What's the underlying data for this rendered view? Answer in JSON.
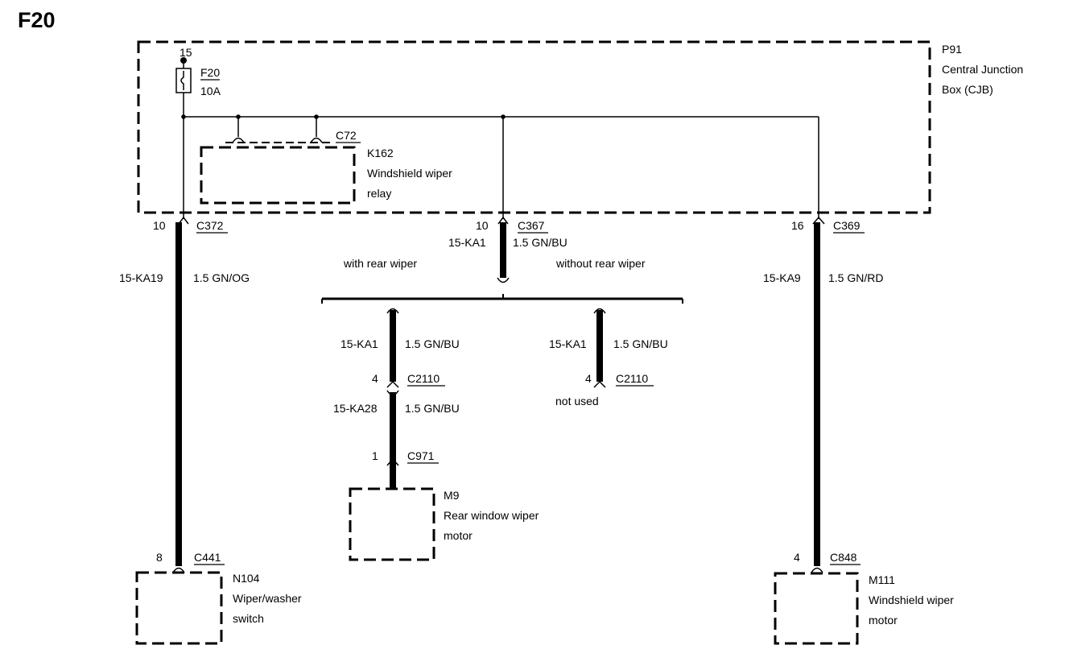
{
  "title": "F20",
  "cjb": {
    "ref": "P91",
    "name_line1": "Central Junction",
    "name_line2": "Box (CJB)"
  },
  "fuse": {
    "pin": "15",
    "ref": "F20",
    "rating": "10A"
  },
  "relay": {
    "connector": "C72",
    "ref": "K162",
    "name_line1": "Windshield wiper",
    "name_line2": "relay"
  },
  "wire_left": {
    "pin_top": "10",
    "connector_top": "C372",
    "circuit": "15-KA19",
    "spec": "1.5 GN/OG",
    "pin_bottom": "8",
    "connector_bottom": "C441"
  },
  "wire_mid": {
    "pin_top": "10",
    "connector_top": "C367",
    "circuit": "15-KA1",
    "spec": "1.5 GN/BU"
  },
  "option_with": "with rear wiper",
  "option_without": "without rear wiper",
  "branch_with": {
    "circuit": "15-KA1",
    "spec": "1.5 GN/BU",
    "pin": "4",
    "connector": "C2110",
    "circuit2": "15-KA28",
    "spec2": "1.5 GN/BU",
    "pin2": "1",
    "connector2": "C971"
  },
  "branch_without": {
    "circuit": "15-KA1",
    "spec": "1.5 GN/BU",
    "pin": "4",
    "connector": "C2110",
    "note": "not used"
  },
  "wire_right": {
    "pin_top": "16",
    "connector_top": "C369",
    "circuit": "15-KA9",
    "spec": "1.5 GN/RD",
    "pin_bottom": "4",
    "connector_bottom": "C848"
  },
  "switch": {
    "ref": "N104",
    "name_line1": "Wiper/washer",
    "name_line2": "switch"
  },
  "rear_motor": {
    "ref": "M9",
    "name_line1": "Rear window wiper",
    "name_line2": "motor"
  },
  "ws_motor": {
    "ref": "M111",
    "name_line1": "Windshield wiper",
    "name_line2": "motor"
  }
}
